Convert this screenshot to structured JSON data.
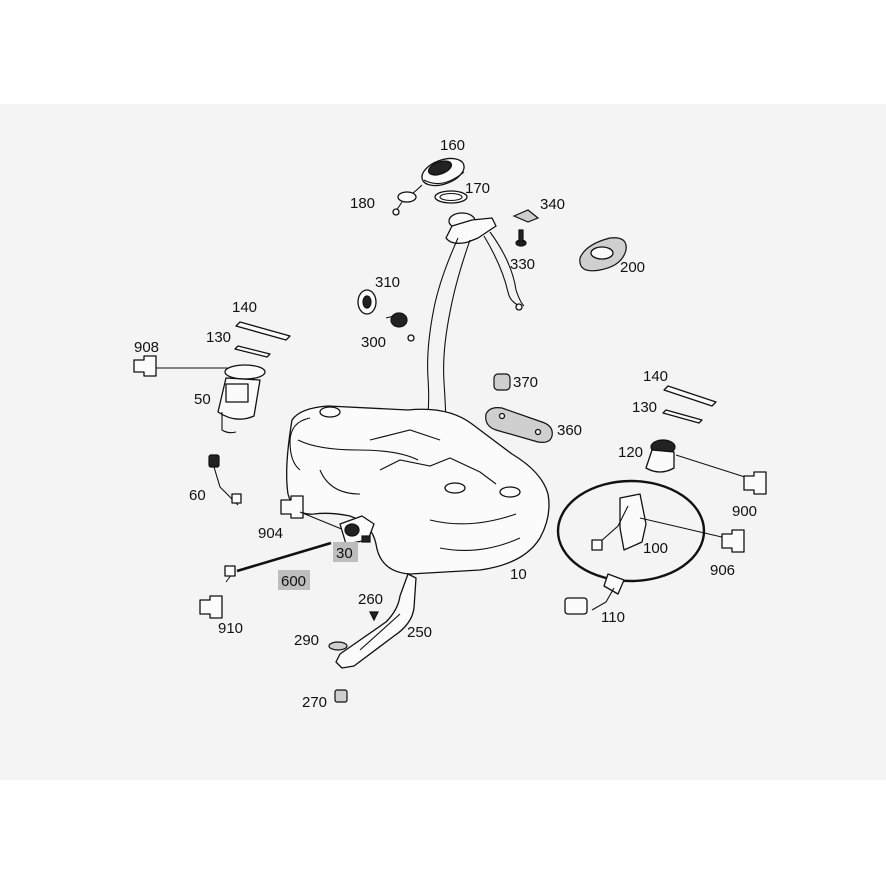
{
  "diagram": {
    "labels": {
      "l160": "160",
      "l170": "170",
      "l180": "180",
      "l340": "340",
      "l330": "330",
      "l200": "200",
      "l310": "310",
      "l300": "300",
      "l140a": "140",
      "l130a": "130",
      "l908": "908",
      "l50": "50",
      "l370": "370",
      "l360": "360",
      "l140b": "140",
      "l130b": "130",
      "l120": "120",
      "l900": "900",
      "l60": "60",
      "l904": "904",
      "l30": "30",
      "l600": "600",
      "l10": "10",
      "l100": "100",
      "l906": "906",
      "l910": "910",
      "l260": "260",
      "l250": "250",
      "l290": "290",
      "l110": "110",
      "l270": "270"
    }
  }
}
